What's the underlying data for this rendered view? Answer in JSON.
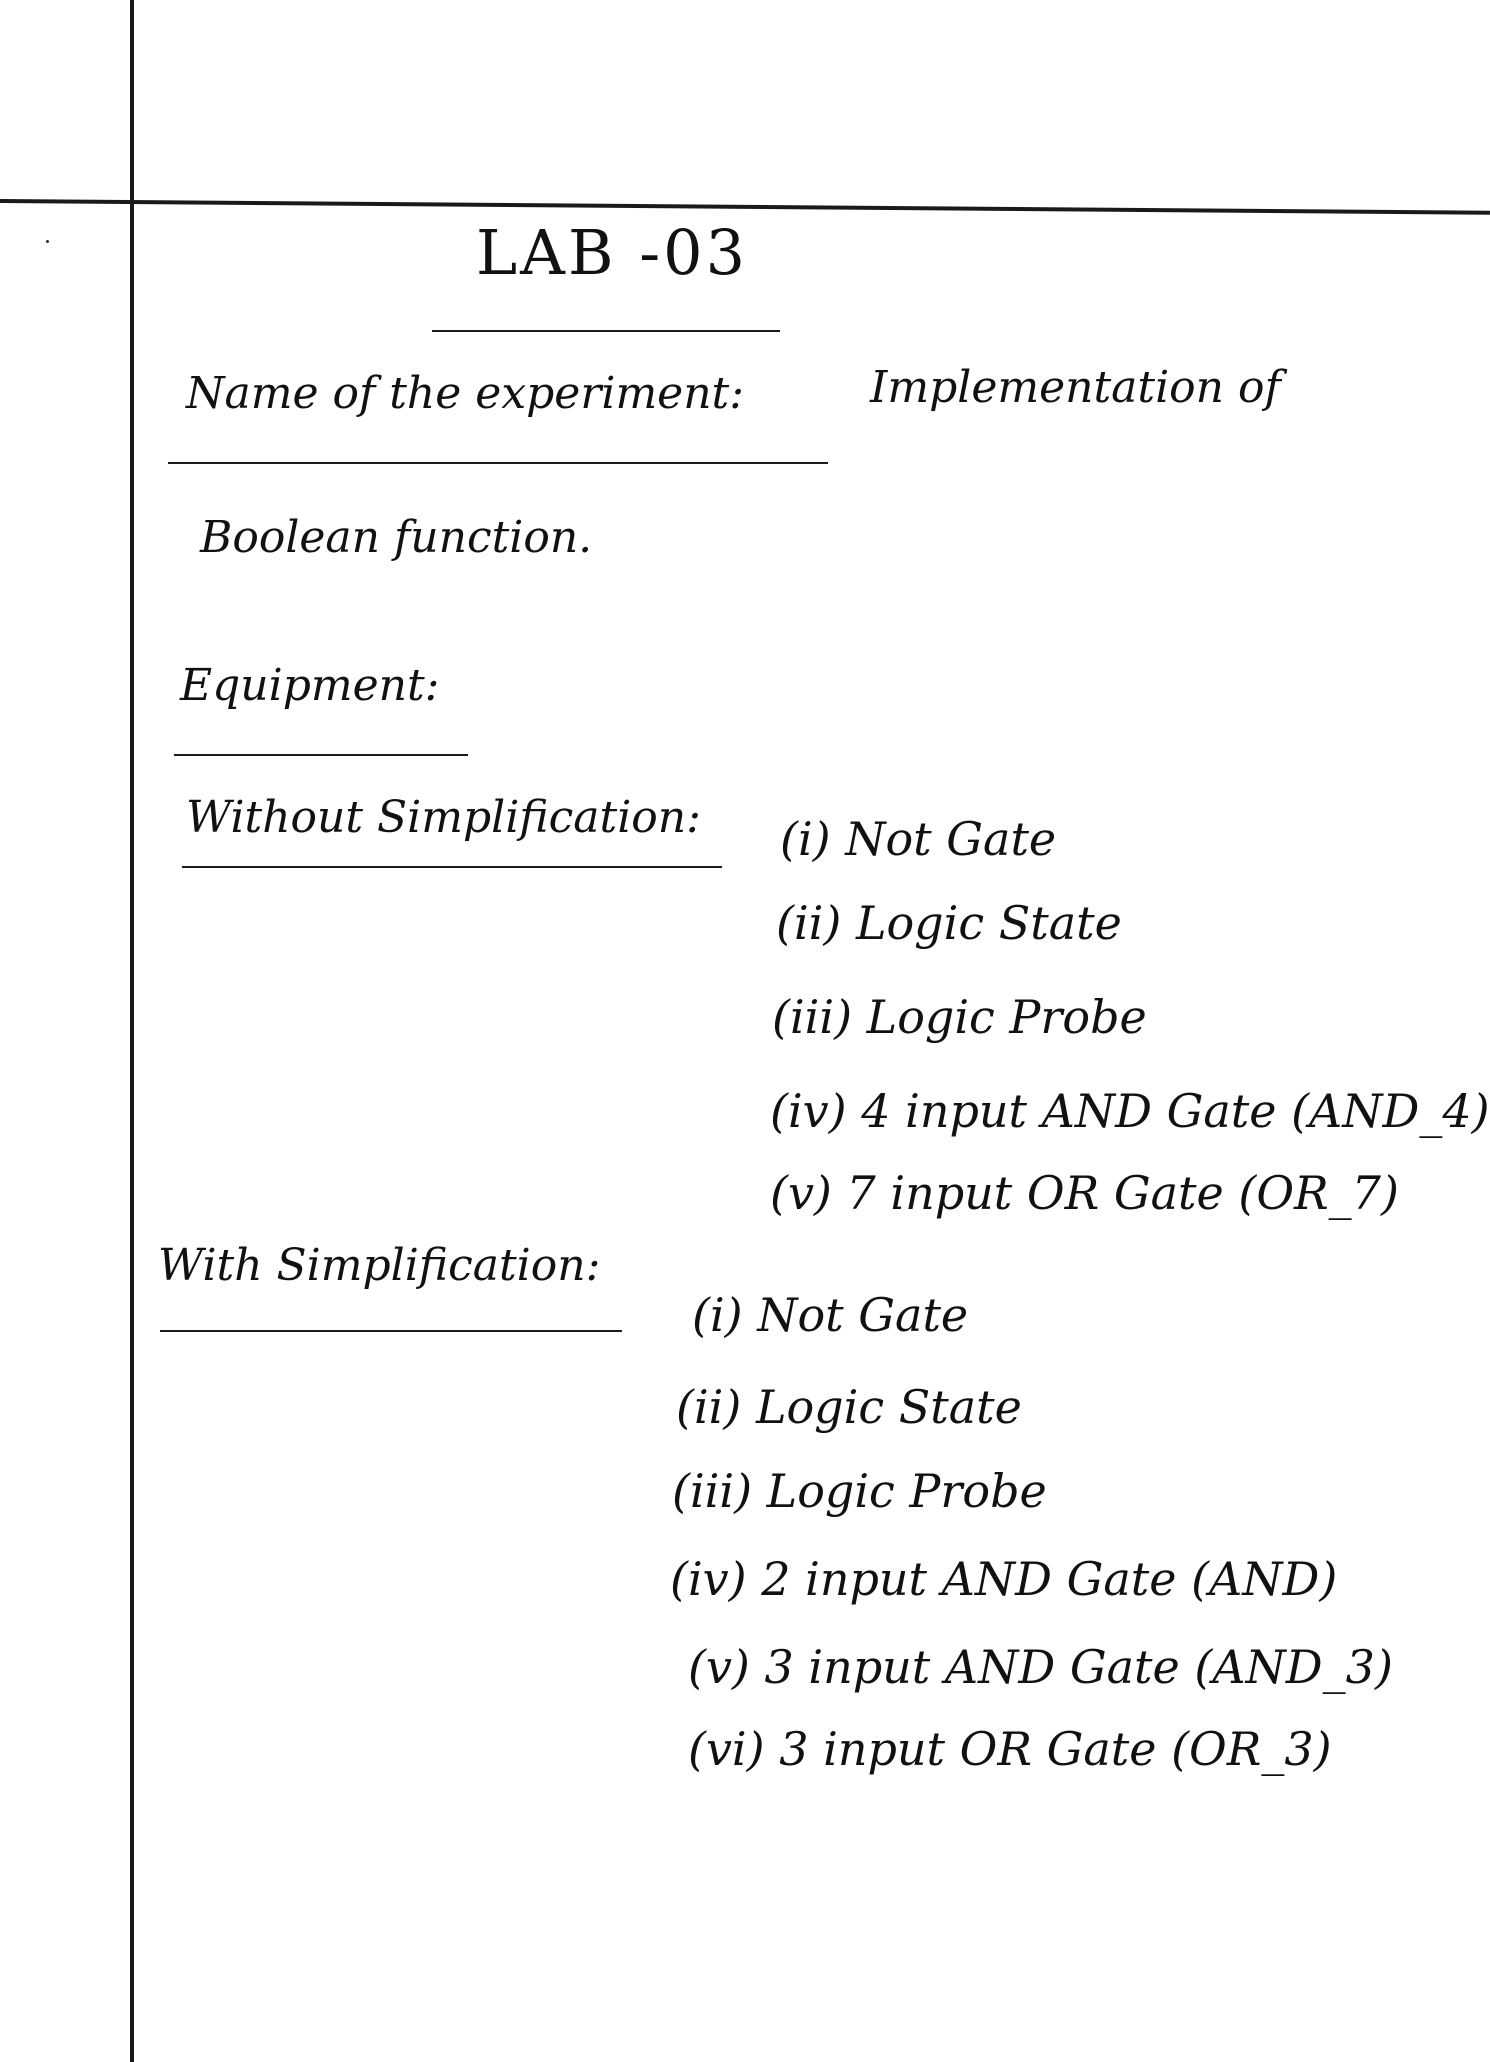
{
  "lab_title": "LAB -03",
  "experiment": {
    "label": "Name of the experiment:",
    "value_line1": "Implementation of",
    "value_line2": "Boolean function."
  },
  "equipment": {
    "heading": "Equipment:",
    "without_simplification": {
      "label": "Without Simplification:",
      "items": [
        "(i) Not Gate",
        "(ii) Logic State",
        "(iii) Logic Probe",
        "(iv) 4 input AND Gate (AND_4)",
        "(v) 7 input OR Gate (OR_7)"
      ]
    },
    "with_simplification": {
      "label": "With Simplification:",
      "items": [
        "(i) Not Gate",
        "(ii) Logic State",
        "(iii) Logic Probe",
        "(iv) 2 input AND Gate (AND)",
        "(v) 3 input AND Gate (AND_3)",
        "(vi) 3 input OR Gate (OR_3)"
      ]
    }
  }
}
